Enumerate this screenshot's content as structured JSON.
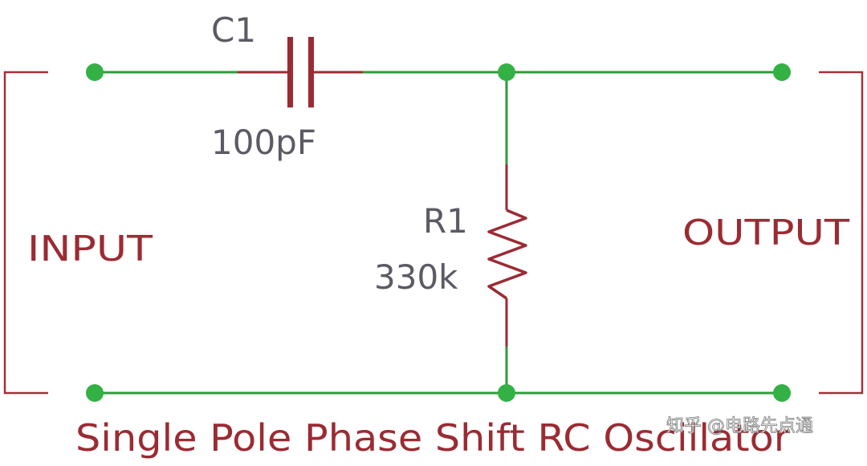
{
  "components": {
    "capacitor": {
      "ref": "C1",
      "value": "100pF"
    },
    "resistor": {
      "ref": "R1",
      "value": "330k"
    }
  },
  "ports": {
    "input": "INPUT",
    "output": "OUTPUT"
  },
  "caption": "Single Pole Phase Shift RC Oscillator",
  "watermark": "知乎 @电路先点通",
  "colors": {
    "wire": "#2e9b3a",
    "node": "#33b144",
    "component": "#9b2b33",
    "bracket": "#a3303a",
    "label_gray": "#5b5b66",
    "label_red": "#9b2b33"
  }
}
